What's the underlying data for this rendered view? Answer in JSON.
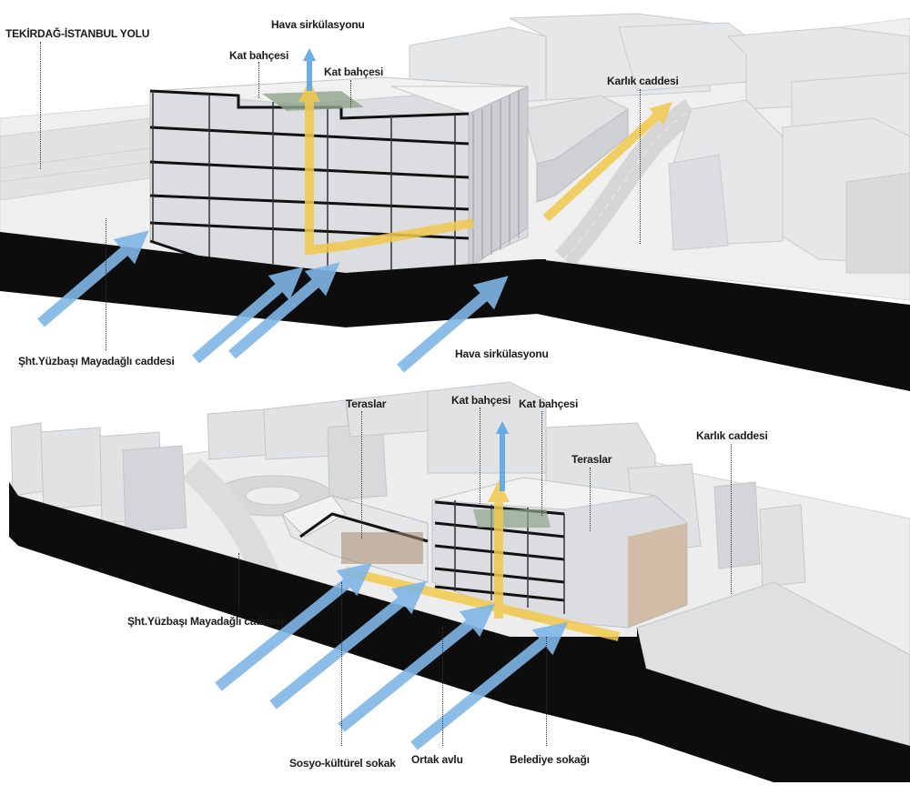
{
  "top_diagram": {
    "labels": {
      "highway": "TEKİRDAĞ-İSTANBUL YOLU",
      "air_circulation": "Hava sirkülasyonu",
      "roof_garden_1": "Kat bahçesi",
      "roof_garden_2": "Kat bahçesi",
      "karlik_street": "Karlık caddesi",
      "mayadagli_street": "Şht.Yüzbaşı Mayadağlı caddesi"
    }
  },
  "bottom_diagram": {
    "labels": {
      "air_circulation": "Hava sirkülasyonu",
      "terraces_1": "Teraslar",
      "roof_garden_1": "Kat bahçesi",
      "roof_garden_2": "Kat bahçesi",
      "terraces_2": "Teraslar",
      "karlik_street": "Karlık caddesi",
      "mayadagli_street": "Şht.Yüzbaşı Mayadağlı caddesi",
      "socio_cultural_street": "Sosyo-kültürel sokak",
      "common_courtyard": "Ortak avlu",
      "municipality_street": "Belediye sokağı"
    }
  },
  "colors": {
    "wind_arrow": "#7fb6e6",
    "air_flow": "#f2c94c",
    "slab": "#111111",
    "building": "#e4e5e7",
    "ground": "#eeeeee"
  }
}
